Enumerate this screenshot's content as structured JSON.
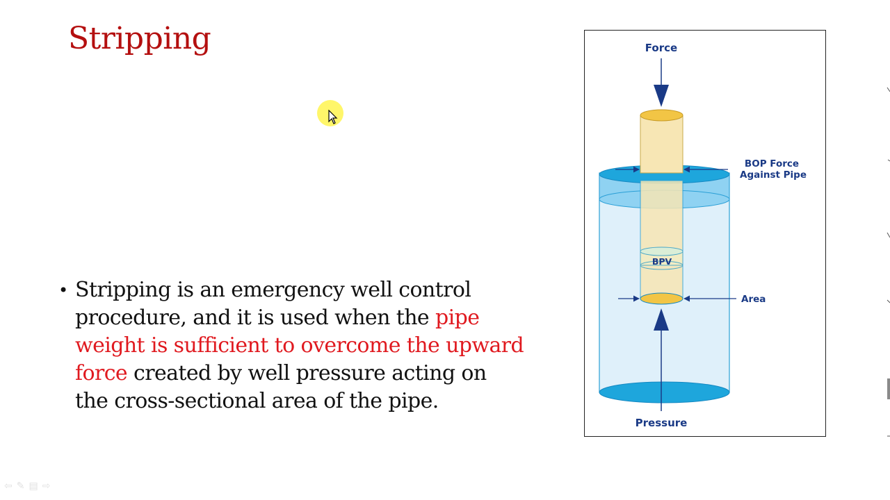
{
  "slide": {
    "title": "Stripping",
    "bullet": {
      "part1": "Stripping is an emergency well control procedure, and it is used when the ",
      "highlight": "pipe weight is sufficient to overcome the upward force",
      "part2": " created by well pressure acting on the cross-sectional area of the pipe."
    }
  },
  "diagram": {
    "labels": {
      "force": "Force",
      "bop_line1": "BOP Force",
      "bop_line2": "Against Pipe",
      "bpv": "BPV",
      "area": "Area",
      "pressure": "Pressure"
    }
  },
  "colors": {
    "title": "#b40f0f",
    "highlight": "#e0191f",
    "label": "#1a3a86",
    "bop": "#29a9df",
    "pipe": "#f7e6b4",
    "pipe_end": "#f2c545",
    "wellbore": "#dff0fa"
  },
  "icons": [
    "mouse-pointer-icon",
    "previous-icon",
    "pen-icon",
    "menu-icon",
    "next-icon"
  ]
}
